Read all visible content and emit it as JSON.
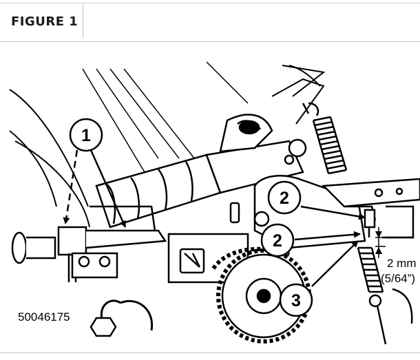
{
  "figure": {
    "title": "FIGURE 1",
    "part_number": "50046175",
    "dimension_mm": "2 mm",
    "dimension_in": "(5/64”)"
  },
  "callouts": [
    {
      "label": "1"
    },
    {
      "label": "2"
    },
    {
      "label": "2"
    },
    {
      "label": "3"
    }
  ],
  "colors": {
    "line": "#000000",
    "rule": "#c8c8c8",
    "background": "#ffffff"
  }
}
